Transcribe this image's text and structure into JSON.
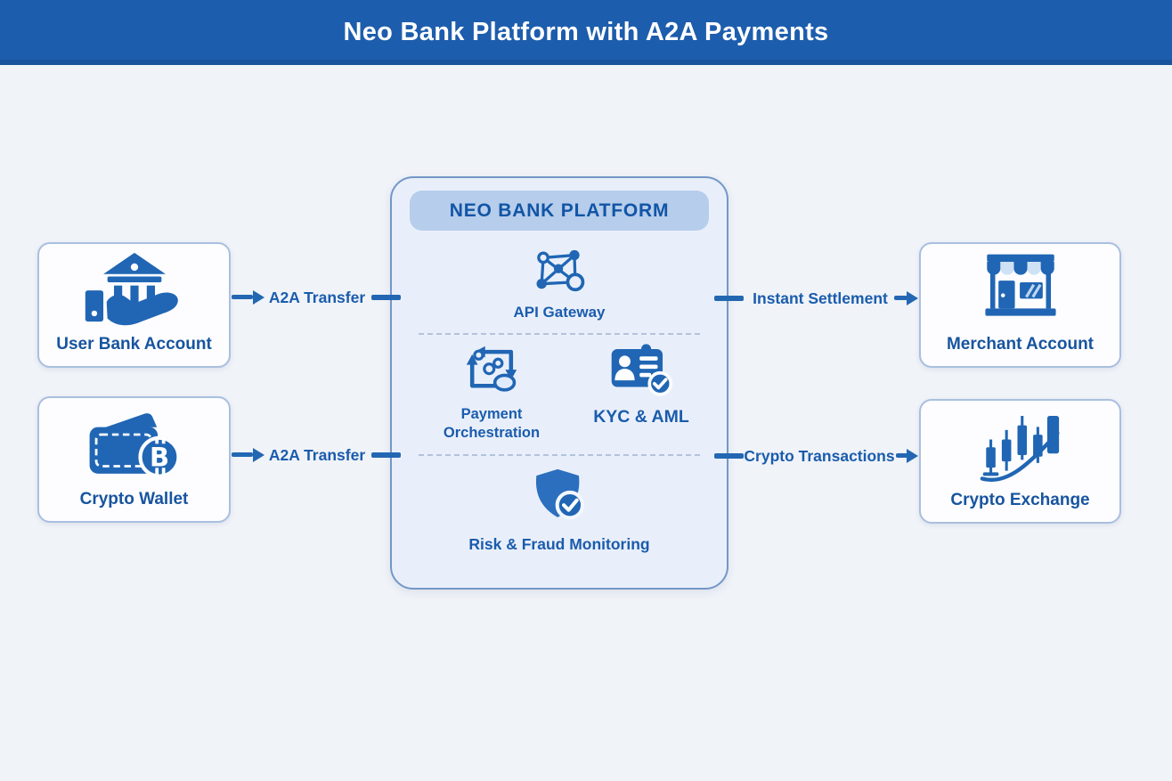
{
  "header": {
    "title": "Neo Bank Platform with A2A Payments"
  },
  "platform": {
    "title": "NEO BANK PLATFORM",
    "items": [
      {
        "label": "API Gateway",
        "icon": "network-icon"
      },
      {
        "label": "Payment Orchestration",
        "icon": "workflow-cycle-icon"
      },
      {
        "label": "KYC & AML",
        "icon": "id-card-check-icon"
      },
      {
        "label": "Risk & Fraud Monitoring",
        "icon": "shield-check-icon"
      }
    ]
  },
  "left_nodes": [
    {
      "label": "User Bank Account",
      "icon": "bank-hand-icon"
    },
    {
      "label": "Crypto Wallet",
      "icon": "wallet-bitcoin-icon"
    }
  ],
  "right_nodes": [
    {
      "label": "Merchant Account",
      "icon": "storefront-icon"
    },
    {
      "label": "Crypto Exchange",
      "icon": "candlestick-chart-icon"
    }
  ],
  "connections": [
    {
      "label": "A2A Transfer",
      "from": "User Bank Account",
      "to": "Neo Bank Platform",
      "direction": "right"
    },
    {
      "label": "A2A Transfer",
      "from": "Crypto Wallet",
      "to": "Neo Bank Platform",
      "direction": "right"
    },
    {
      "label": "Instant Settlement",
      "from": "Neo Bank Platform",
      "to": "Merchant Account",
      "direction": "right"
    },
    {
      "label": "Crypto Transactions",
      "from": "Neo Bank Platform",
      "to": "Crypto Exchange",
      "direction": "right"
    }
  ],
  "colors": {
    "header_bg": "#1d5dad",
    "header_text": "#ffffff",
    "page_bg": "#f0f3f8",
    "icon_blue": "#2066b4",
    "label_blue": "#17549f",
    "platform_fill": "#e9effa",
    "platform_border": "#7397c7",
    "pill_bg": "#b6cdeb",
    "pill_text": "#1155a6",
    "node_fill": "#fdfdff",
    "node_border": "#a9bfdf",
    "connector": "#2367b3",
    "divider": "#b4c3dc"
  }
}
